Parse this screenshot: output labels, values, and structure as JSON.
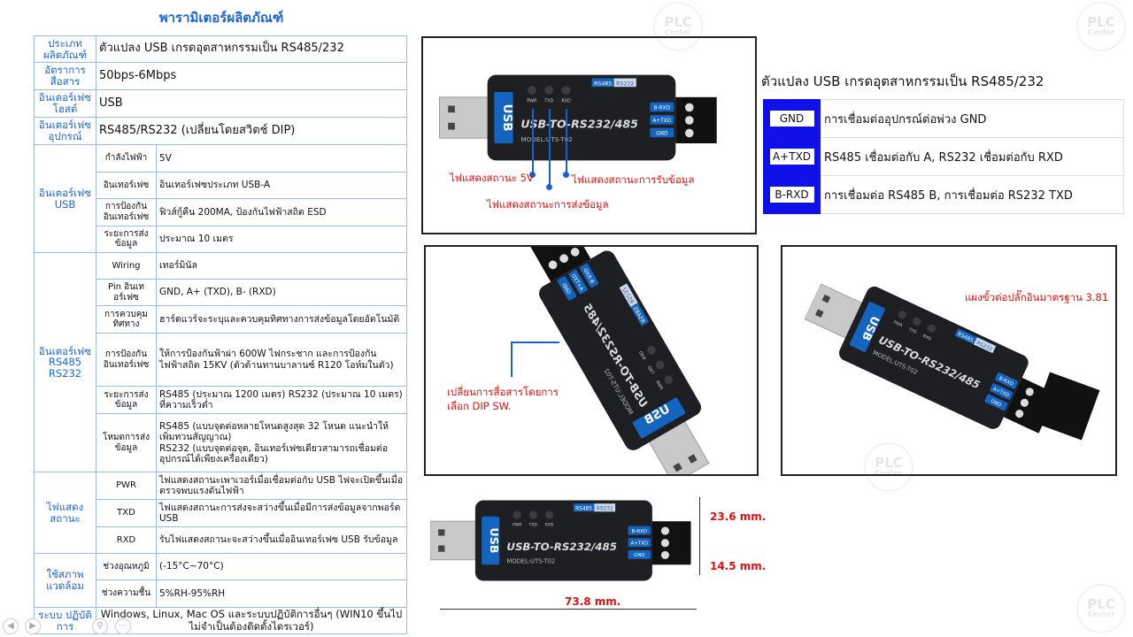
{
  "title": "พารามิเตอร์ผลิตภัณฑ์",
  "spec": {
    "product_type": {
      "label": "ประเภท ผลิตภัณฑ์",
      "value": "ตัวแปลง USB เกรดอุตสาหกรรมเป็น RS485/232"
    },
    "baud": {
      "label": "อัตราการ สื่อสาร",
      "value": "50bps-6Mbps"
    },
    "host": {
      "label": "อินเตอร์เฟซ โฮสต์",
      "value": "USB"
    },
    "device": {
      "label": "อินเตอร์เฟซ อุปกรณ์",
      "value": "RS485/RS232 (เปลี่ยนโดยสวิตช์ DIP)"
    },
    "usb": {
      "label": "อินเตอร์เฟซ USB",
      "rows": [
        {
          "k": "กำลังไฟฟ้า",
          "v": "5V"
        },
        {
          "k": "อินเทอร์เฟซ",
          "v": "อินเทอร์เฟซประเภท USB-A"
        },
        {
          "k": "การป้องกัน อินเทอร์เฟซ",
          "v": "ฟิวส์กู้คืน 200MA, ป้องกันไฟฟ้าสถิต ESD"
        },
        {
          "k": "ระยะการส่ง ข้อมูล",
          "v": "ประมาณ 10 เมตร"
        }
      ]
    },
    "rs": {
      "label": "อินเตอร์เฟซ RS485 RS232",
      "rows": [
        {
          "k": "Wiring",
          "v": "เทอร์มินัล"
        },
        {
          "k": "Pin อินเทอร์เฟซ",
          "v": "GND, A+ (TXD), B- (RXD)"
        },
        {
          "k": "การควบคุม ทิศทาง",
          "v": "ฮาร์ดแวร์จะระบุและควบคุมทิศทางการส่งข้อมูลโดยอัตโนมัติ"
        },
        {
          "k": "การป้องกัน อินเทอร์เฟซ",
          "v": "ให้การป้องกันฟ้าผ่า 600W ไฟกระชาก และการป้องกันไฟฟ้าสถิต 15KV (ตัวต้านทานบาลานซ์ R120 โอห์มในตัว)"
        },
        {
          "k": "ระยะการส่ง ข้อมูล",
          "v": "RS485 (ประมาณ 1200 เมตร) RS232 (ประมาณ 10 เมตร) ที่ความเร็วต่ำ"
        },
        {
          "k": "โหมดการส่ง ข้อมูล",
          "v": "RS485 (แบบจุดต่อหลายโหนดสูงสุด 32 โหนด แนะนำให้เพิ่มทวนสัญญาณ)",
          "v2": "RS232 (แบบจุดต่อจุด, อินเทอร์เฟซเดียวสามารถเชื่อมต่ออุปกรณ์ได้เพียงเครื่องเดียว)"
        }
      ]
    },
    "status": {
      "label": "ไฟแสดง สถานะ",
      "rows": [
        {
          "k": "PWR",
          "v": "ไฟแสดงสถานะเพาเวอร์เมื่อเชื่อมต่อกับ USB ไฟจะเปิดขึ้นเมื่อตรวจพบแรงดันไฟฟ้า"
        },
        {
          "k": "TXD",
          "v": "ไฟแสดงสถานะการส่งจะสว่างขึ้นเมื่อมีการส่งข้อมูลจากพอร์ต USB"
        },
        {
          "k": "RXD",
          "v": "รับไฟแสดงสถานะจะสว่างขึ้นเมื่ออินเทอร์เฟซ USB รับข้อมูล"
        }
      ]
    },
    "env": {
      "label": "ใช้สภาพ แวดล้อม",
      "rows": [
        {
          "k": "ช่วงอุณหภูมิ",
          "v": "(-15°C~70°C)"
        },
        {
          "k": "ช่วงความชื้น",
          "v": "5%RH-95%RH"
        }
      ]
    },
    "os": {
      "label": "ระบบ ปฏิบัติการ",
      "value": "Windows, Linux, Mac OS และระบบปฏิบัติการอื่นๆ (WIN10 ขึ้นไปไม่จำเป็นต้องติดตั้งไดรเวอร์)"
    }
  },
  "device": {
    "usb": "USB",
    "name": "USB-TO-RS232/485",
    "model": "MODEL:UTS-T02",
    "leds": [
      "PWR",
      "TXD",
      "RXD"
    ],
    "sw485": "RS485",
    "sw232": "RS232",
    "pins": [
      "B-RXD",
      "A+TXD",
      "GND"
    ]
  },
  "callouts": {
    "pwr": "ไฟแสดงสถานะ 5V",
    "txd": "ไฟแสดงสถานะการส่งข้อมูล",
    "rxd": "ไฟแสดงสถานะการรับข้อมูล",
    "dip": "เปลี่ยนการสื่อสารโดยการ",
    "dip2": "เลือก DIP SW.",
    "terminal": "แผงขั้วต่อปลั๊กอินมาตรฐาน 3.81"
  },
  "pin_table": {
    "title": "ตัวแปลง USB เกรดอุตสาหกรรมเป็น RS485/232",
    "rows": [
      {
        "k": "GND",
        "v": "การเชื่อมต่ออุปกรณ์ต่อพ่วง GND"
      },
      {
        "k": "A+TXD",
        "v": "RS485 เชื่อมต่อกับ A, RS232 เชื่อมต่อกับ RXD"
      },
      {
        "k": "B-RXD",
        "v": "การเชื่อมต่อ RS485 B, การเชื่อมต่อ RS232 TXD"
      }
    ]
  },
  "dimensions": {
    "height": "23.6 mm.",
    "depth": "14.5 mm.",
    "length": "73.8 mm."
  },
  "watermark": {
    "top": "PLC",
    "bottom": "Center"
  },
  "colors": {
    "accent": "#1a66d6",
    "callout": "#e01010",
    "pin_bg": "#1010e8"
  }
}
